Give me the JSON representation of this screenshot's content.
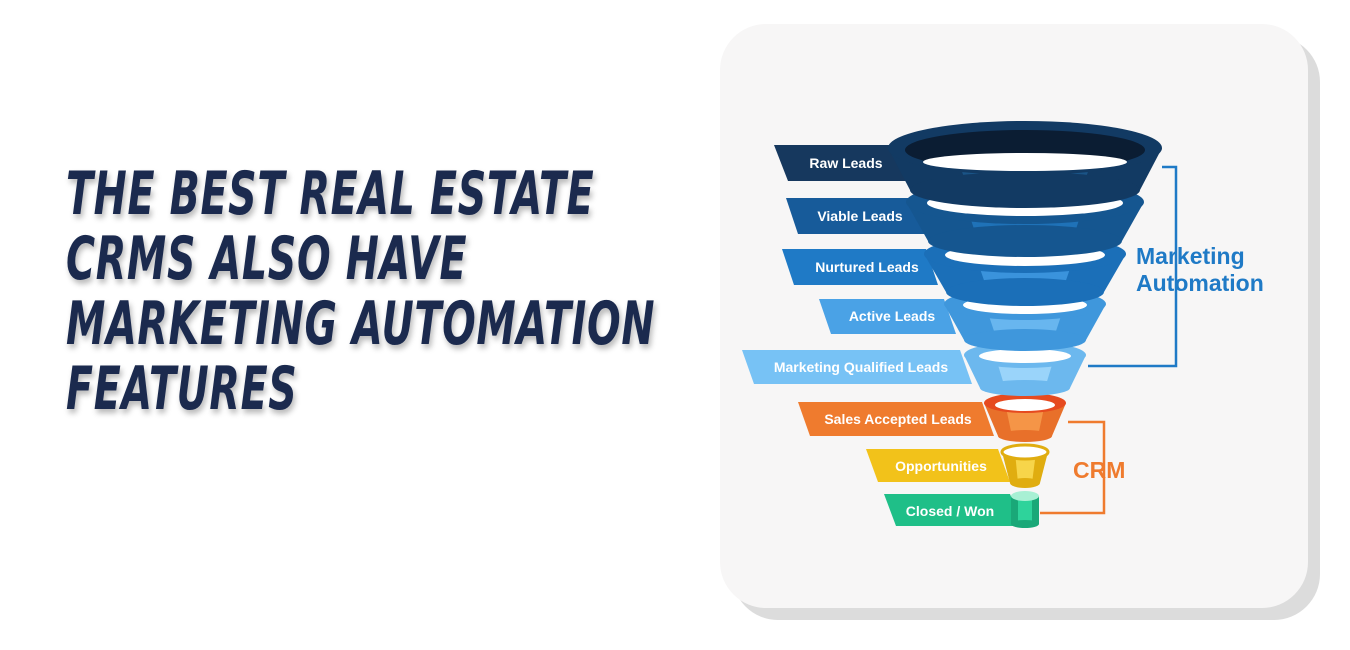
{
  "headline": {
    "lines": [
      "THE BEST REAL ESTATE",
      "CRMS ALSO HAVE",
      "MARKETING AUTOMATION",
      "FEATURES"
    ],
    "color": "#1b2a4e"
  },
  "diagram": {
    "stages": [
      {
        "label": "Raw Leads",
        "color": "#16385e"
      },
      {
        "label": "Viable Leads",
        "color": "#175b9a"
      },
      {
        "label": "Nurtured Leads",
        "color": "#1f7ac6"
      },
      {
        "label": "Active Leads",
        "color": "#4aa2e6"
      },
      {
        "label": "Marketing Qualified Leads",
        "color": "#77c2f5"
      },
      {
        "label": "Sales Accepted Leads",
        "color": "#ef7b2e"
      },
      {
        "label": "Opportunities",
        "color": "#f2c21a"
      },
      {
        "label": "Closed / Won",
        "color": "#1fbf88"
      }
    ],
    "groups": [
      {
        "label_lines": [
          "Marketing",
          "Automation"
        ],
        "color": "#1f7ac6"
      },
      {
        "label_lines": [
          "CRM"
        ],
        "color": "#ef7b2e"
      }
    ]
  }
}
